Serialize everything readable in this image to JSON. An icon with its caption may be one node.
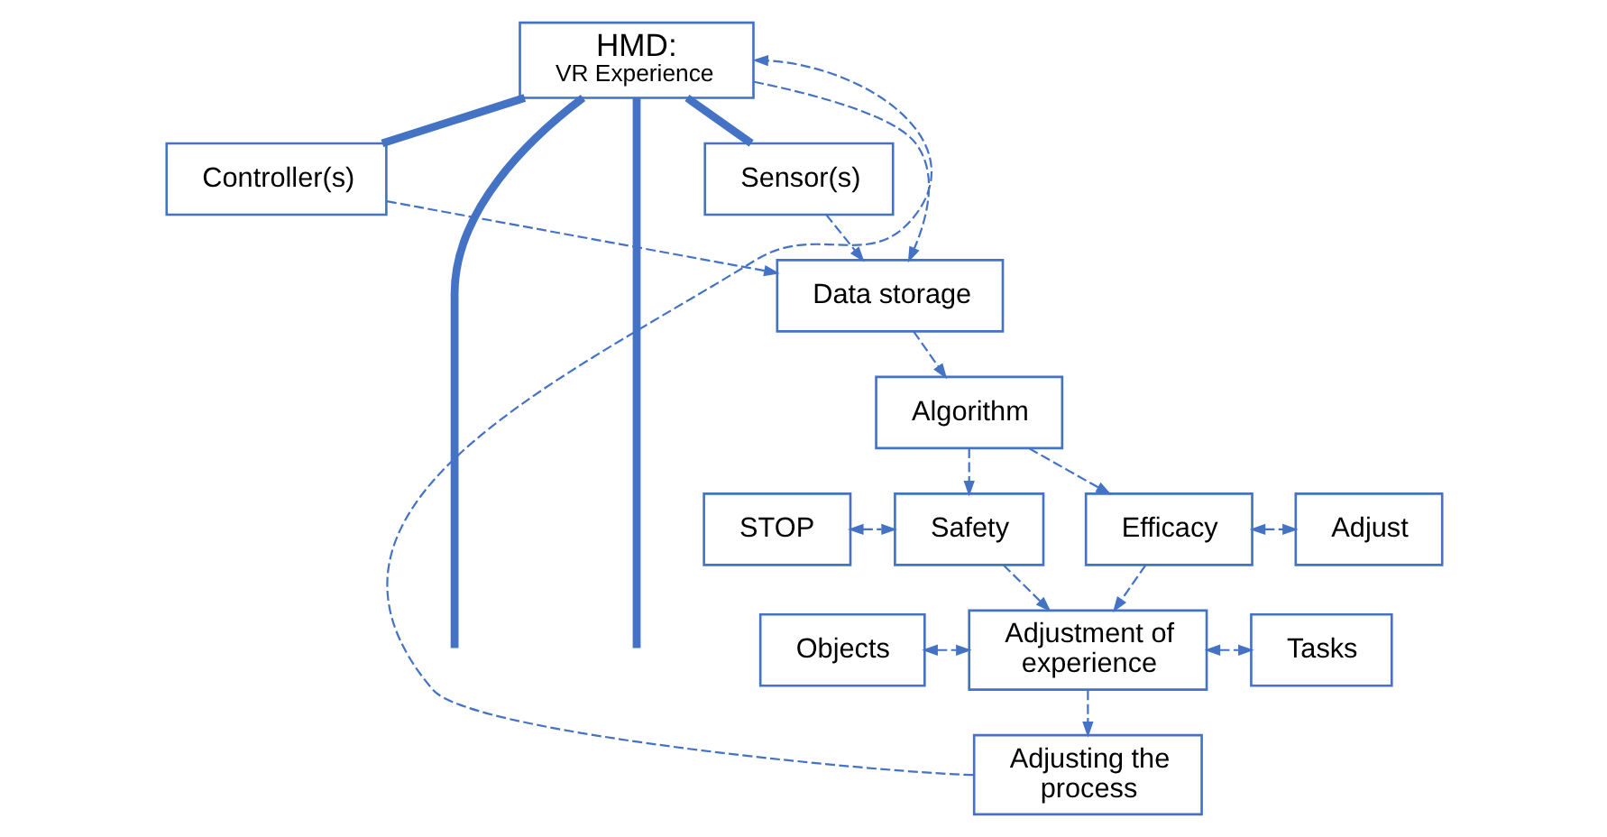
{
  "diagram": {
    "nodes": [
      {
        "text": [
          "HMD:",
          "VR Experience"
        ]
      },
      {
        "text": [
          "Controller(s)"
        ]
      },
      {
        "text": [
          "Sensor(s)"
        ]
      },
      {
        "text": [
          "Data storage"
        ]
      },
      {
        "text": [
          "Algorithm"
        ]
      },
      {
        "text": [
          "STOP"
        ]
      },
      {
        "text": [
          "Safety"
        ]
      },
      {
        "text": [
          "Efficacy"
        ]
      },
      {
        "text": [
          "Adjust"
        ]
      },
      {
        "text": [
          "Objects"
        ]
      },
      {
        "text": [
          "Adjustment of experience"
        ]
      },
      {
        "text": [
          "Tasks"
        ]
      },
      {
        "text": [
          "Adjusting the process"
        ]
      }
    ],
    "edges": [
      {
        "from": 0,
        "to": 1,
        "arrow": "none",
        "style": "thick"
      },
      {
        "from": 0,
        "to": null,
        "arrow": "none",
        "style": "thick"
      },
      {
        "from": 0,
        "to": null,
        "arrow": "none",
        "style": "thick"
      },
      {
        "from": 0,
        "to": 2,
        "arrow": "none",
        "style": "thick"
      },
      {
        "from": 0,
        "to": 3,
        "arrow": "to",
        "style": "dashed"
      },
      {
        "from": 1,
        "to": 3,
        "arrow": "to",
        "style": "dashed"
      },
      {
        "from": 2,
        "to": 3,
        "arrow": "to",
        "style": "dashed"
      },
      {
        "from": 3,
        "to": 4,
        "arrow": "to",
        "style": "dashed"
      },
      {
        "from": 4,
        "to": 6,
        "arrow": "to",
        "style": "dashed"
      },
      {
        "from": 4,
        "to": 7,
        "arrow": "to",
        "style": "dashed"
      },
      {
        "from": 5,
        "to": 6,
        "arrow": "both",
        "style": "dashed"
      },
      {
        "from": 7,
        "to": 8,
        "arrow": "both",
        "style": "dashed"
      },
      {
        "from": 6,
        "to": 10,
        "arrow": "to",
        "style": "dashed"
      },
      {
        "from": 7,
        "to": 10,
        "arrow": "to",
        "style": "dashed"
      },
      {
        "from": 9,
        "to": 10,
        "arrow": "both",
        "style": "dashed"
      },
      {
        "from": 10,
        "to": 11,
        "arrow": "both",
        "style": "dashed"
      },
      {
        "from": 10,
        "to": 12,
        "arrow": "to",
        "style": "dashed"
      },
      {
        "from": 12,
        "to": 0,
        "arrow": "to",
        "style": "dashed"
      }
    ]
  }
}
